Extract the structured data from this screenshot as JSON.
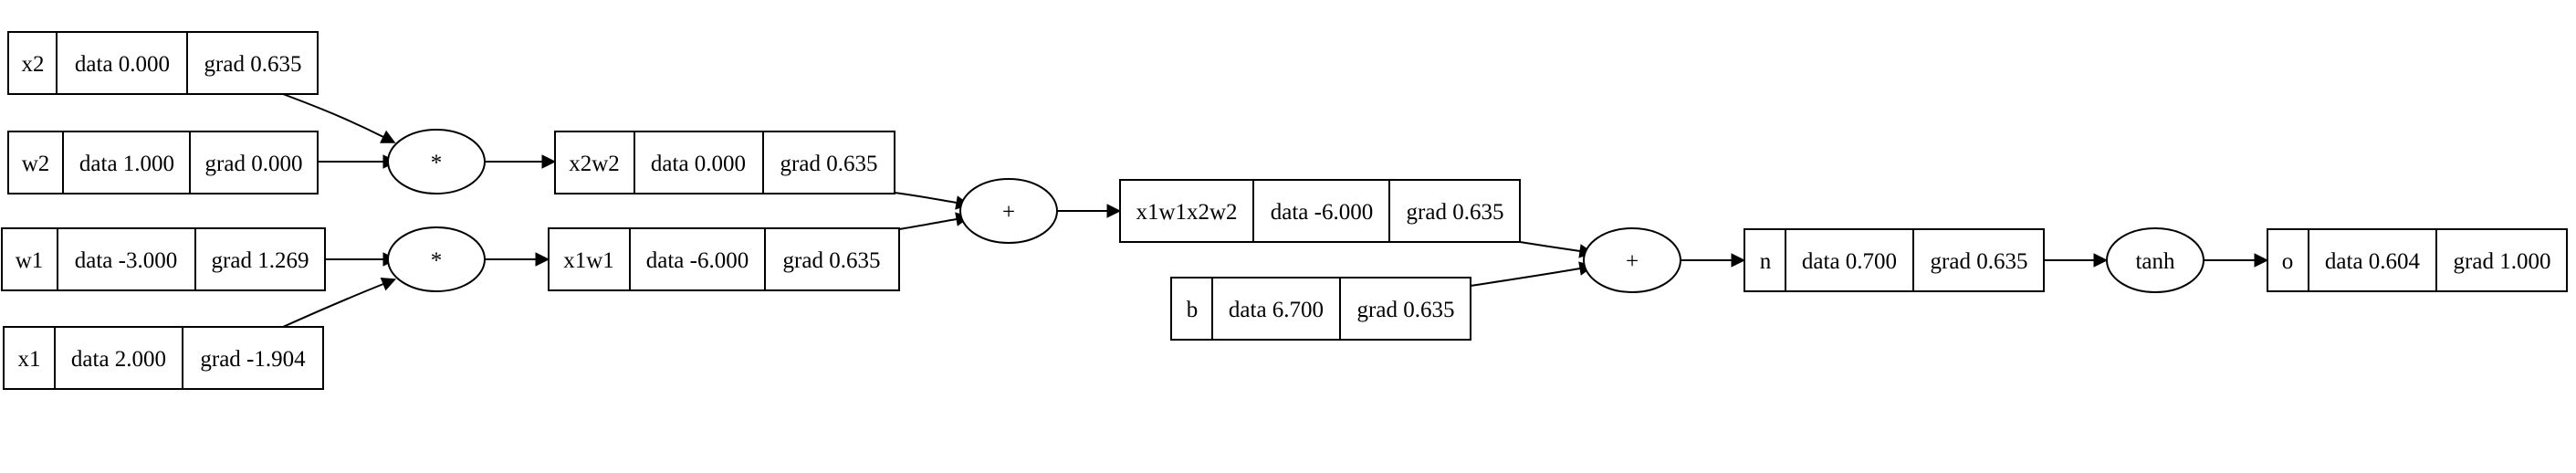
{
  "value_nodes": {
    "x2": {
      "label": "x2",
      "data": "data 0.000",
      "grad": "grad 0.635"
    },
    "w2": {
      "label": "w2",
      "data": "data 1.000",
      "grad": "grad 0.000"
    },
    "w1": {
      "label": "w1",
      "data": "data -3.000",
      "grad": "grad 1.269"
    },
    "x1": {
      "label": "x1",
      "data": "data 2.000",
      "grad": "grad -1.904"
    },
    "x2w2": {
      "label": "x2w2",
      "data": "data 0.000",
      "grad": "grad 0.635"
    },
    "x1w1": {
      "label": "x1w1",
      "data": "data -6.000",
      "grad": "grad 0.635"
    },
    "x1w1x2w2": {
      "label": "x1w1x2w2",
      "data": "data -6.000",
      "grad": "grad 0.635"
    },
    "b": {
      "label": "b",
      "data": "data 6.700",
      "grad": "grad 0.635"
    },
    "n": {
      "label": "n",
      "data": "data 0.700",
      "grad": "grad 0.635"
    },
    "o": {
      "label": "o",
      "data": "data 0.604",
      "grad": "grad 1.000"
    }
  },
  "op_nodes": {
    "mul_top": {
      "label": "*"
    },
    "mul_bottom": {
      "label": "*"
    },
    "add_first": {
      "label": "+"
    },
    "add_second": {
      "label": "+"
    },
    "tanh": {
      "label": "tanh"
    }
  },
  "edges": [
    [
      "x2",
      "mul_top"
    ],
    [
      "w2",
      "mul_top"
    ],
    [
      "mul_top",
      "x2w2"
    ],
    [
      "w1",
      "mul_bottom"
    ],
    [
      "x1",
      "mul_bottom"
    ],
    [
      "mul_bottom",
      "x1w1"
    ],
    [
      "x2w2",
      "add_first"
    ],
    [
      "x1w1",
      "add_first"
    ],
    [
      "add_first",
      "x1w1x2w2"
    ],
    [
      "x1w1x2w2",
      "add_second"
    ],
    [
      "b",
      "add_second"
    ],
    [
      "add_second",
      "n"
    ],
    [
      "n",
      "tanh"
    ],
    [
      "tanh",
      "o"
    ]
  ]
}
